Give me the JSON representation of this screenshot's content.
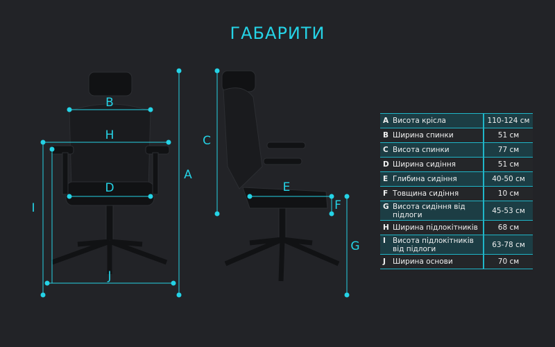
{
  "title": "ГАБАРИТИ",
  "accent": "#25d3e6",
  "labels": {
    "A": "A",
    "B": "B",
    "C": "C",
    "D": "D",
    "E": "E",
    "F": "F",
    "G": "G",
    "H": "H",
    "I": "I",
    "J": "J"
  },
  "specs": [
    {
      "key": "A",
      "name": "Висота крісла",
      "value": "110-124 см"
    },
    {
      "key": "B",
      "name": "Ширина спинки",
      "value": "51 см"
    },
    {
      "key": "C",
      "name": "Висота спинки",
      "value": "77 см"
    },
    {
      "key": "D",
      "name": "Ширина сидіння",
      "value": "51 см"
    },
    {
      "key": "E",
      "name": "Глибина сидіння",
      "value": "40-50 см"
    },
    {
      "key": "F",
      "name": "Товщина сидіння",
      "value": "10 см"
    },
    {
      "key": "G",
      "name": "Висота сидіння від підлоги",
      "value": "45-53 см"
    },
    {
      "key": "H",
      "name": "Ширина підлокітників",
      "value": "68 см"
    },
    {
      "key": "I",
      "name": "Висота підлокітників від підлоги",
      "value": "63-78 см"
    },
    {
      "key": "J",
      "name": "Ширина основи",
      "value": "70 см"
    }
  ]
}
